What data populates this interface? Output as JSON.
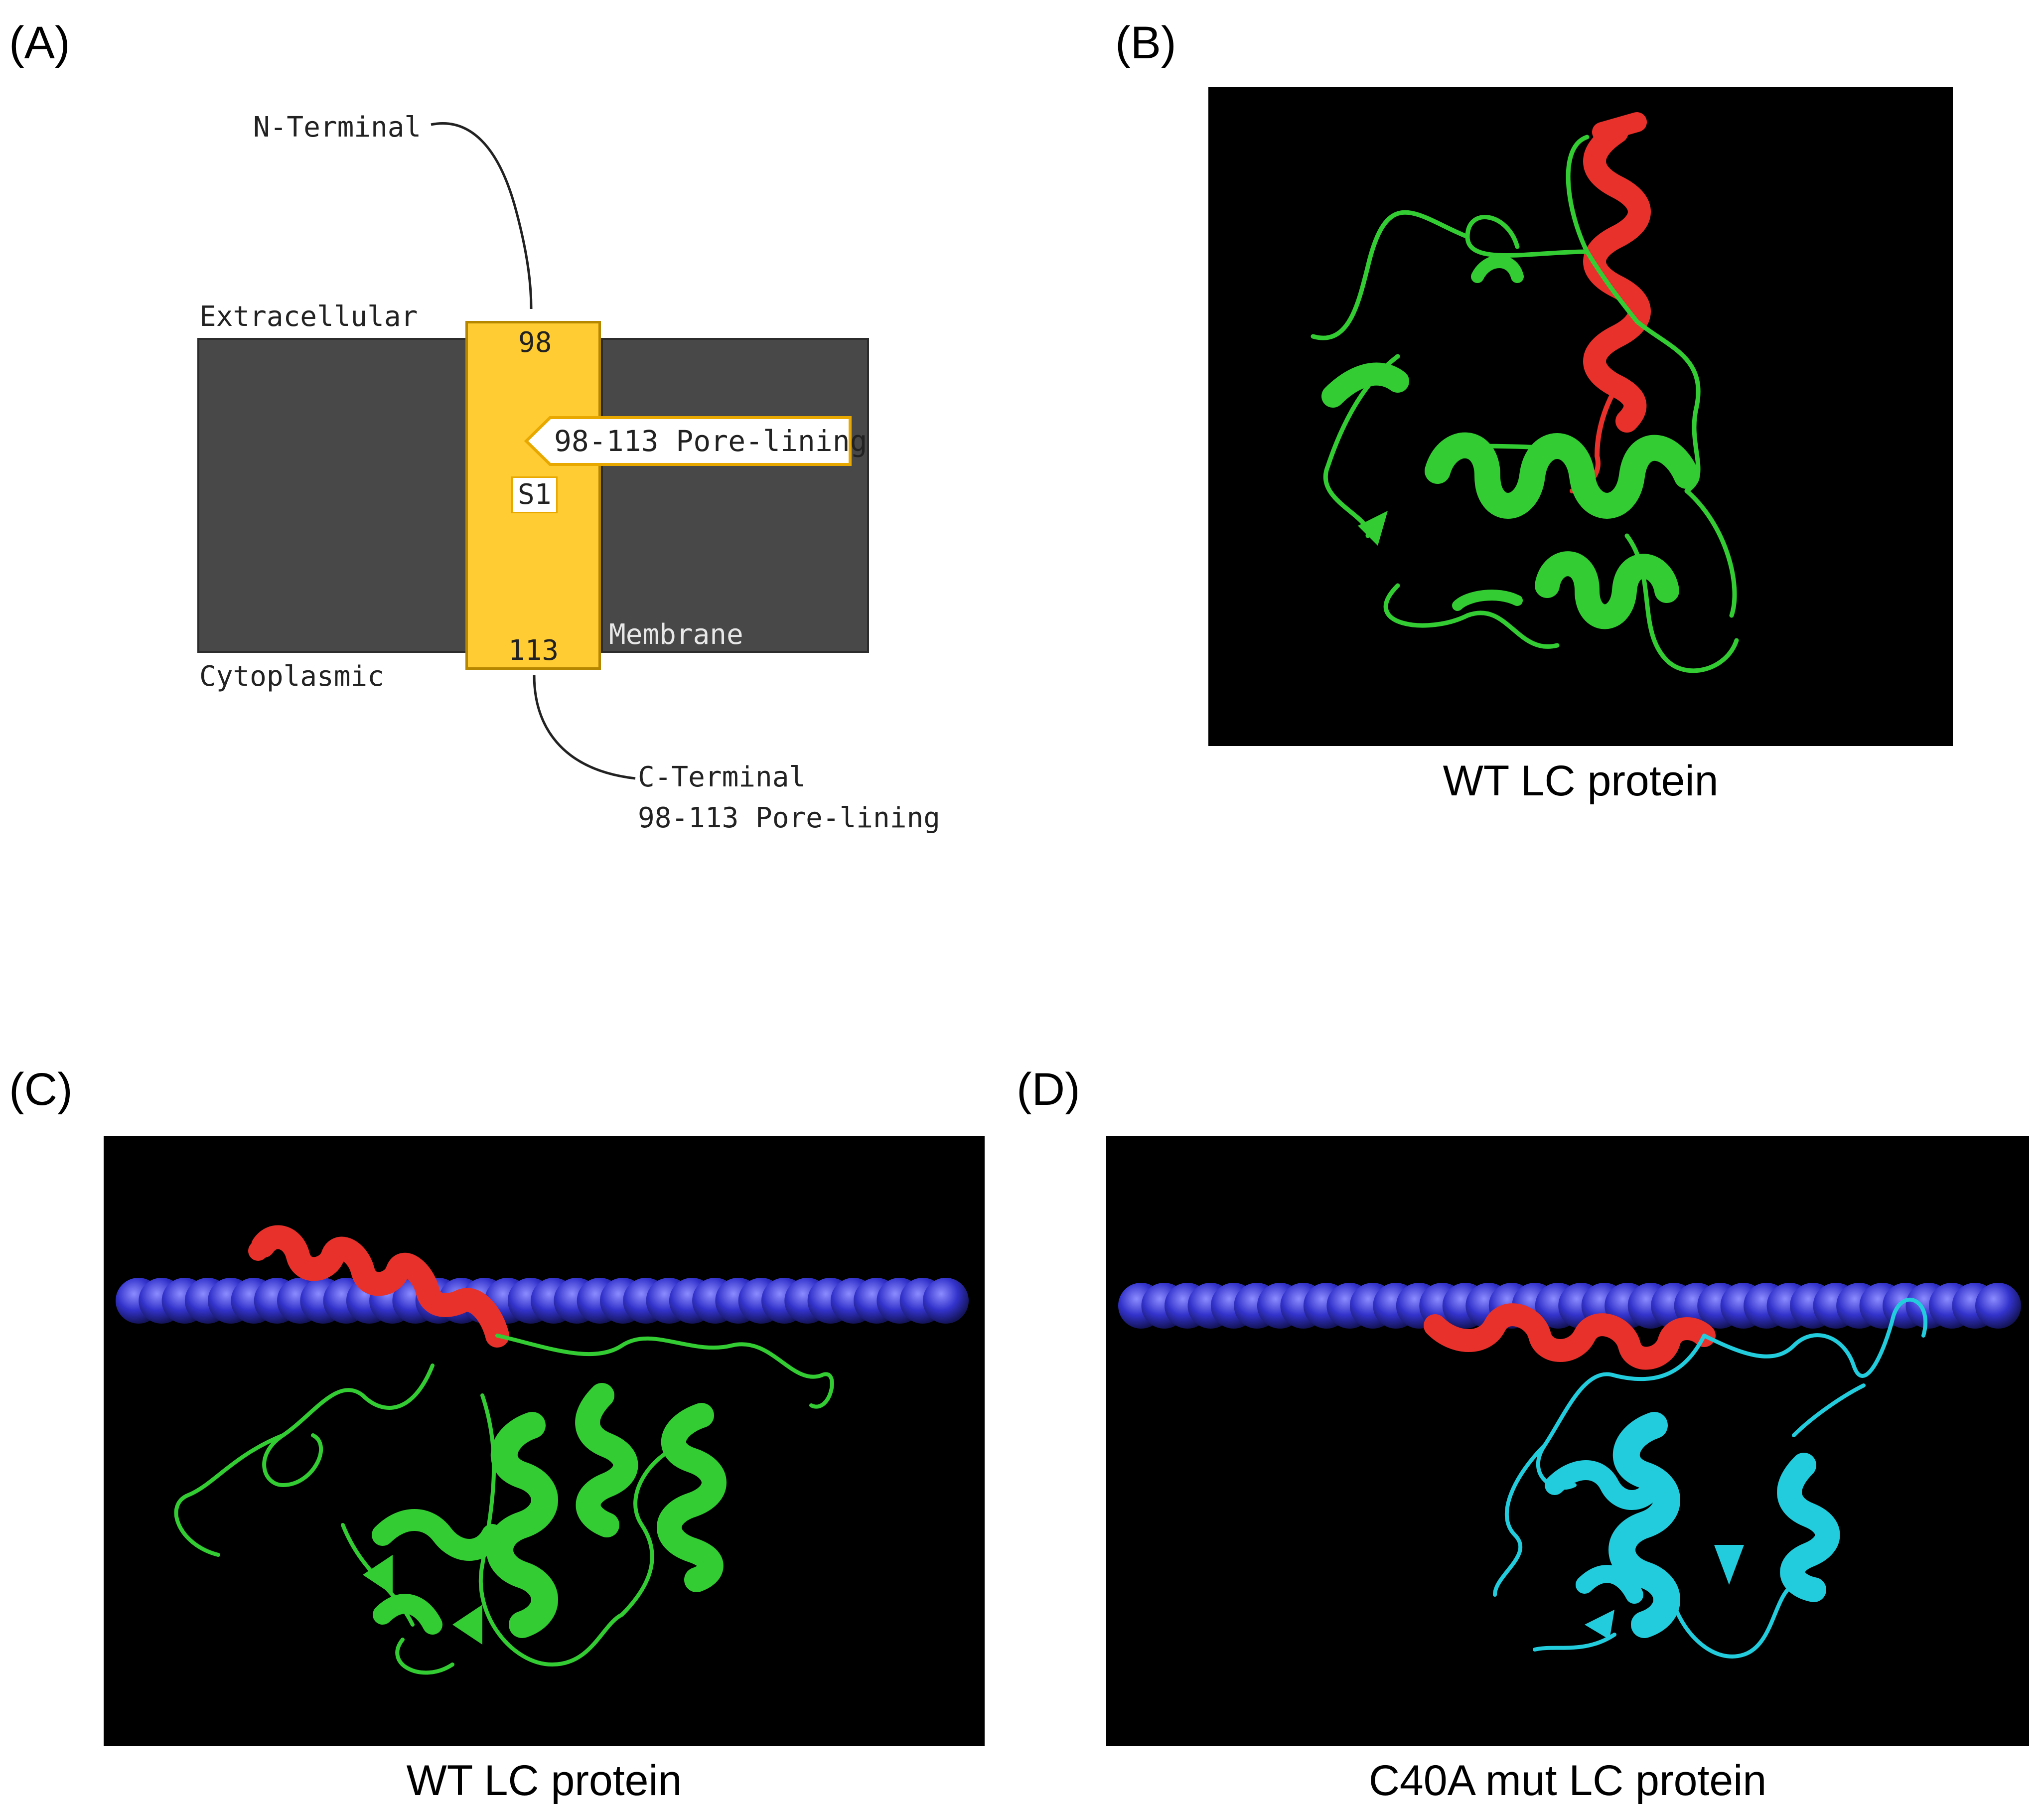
{
  "panels": {
    "a": {
      "label": "(A)",
      "n_terminal": "N-Terminal",
      "extracellular": "Extracellular",
      "cytoplasmic": "Cytoplasmic",
      "membrane": "Membrane",
      "start_residue": "98",
      "end_residue": "113",
      "segment": "S1",
      "callout": "98-113 Pore-lining",
      "c_terminal": "C-Terminal",
      "c_terminal_note": "98-113 Pore-lining",
      "colors": {
        "membrane": "#484848",
        "segment": "#FFCC33",
        "segment_border": "#E0A000",
        "callout_border": "#E8A800"
      }
    },
    "b": {
      "label": "(B)",
      "caption": "WT LC protein"
    },
    "c": {
      "label": "(C)",
      "caption": "WT LC protein"
    },
    "d": {
      "label": "(D)",
      "caption": "C40A mut  LC protein"
    }
  },
  "colors": {
    "helix_tm": "#E8312A",
    "wt_protein": "#33CC33",
    "mutant_protein": "#22CCDD",
    "membrane_beads": "#3333CC",
    "render_bg": "#000000"
  }
}
